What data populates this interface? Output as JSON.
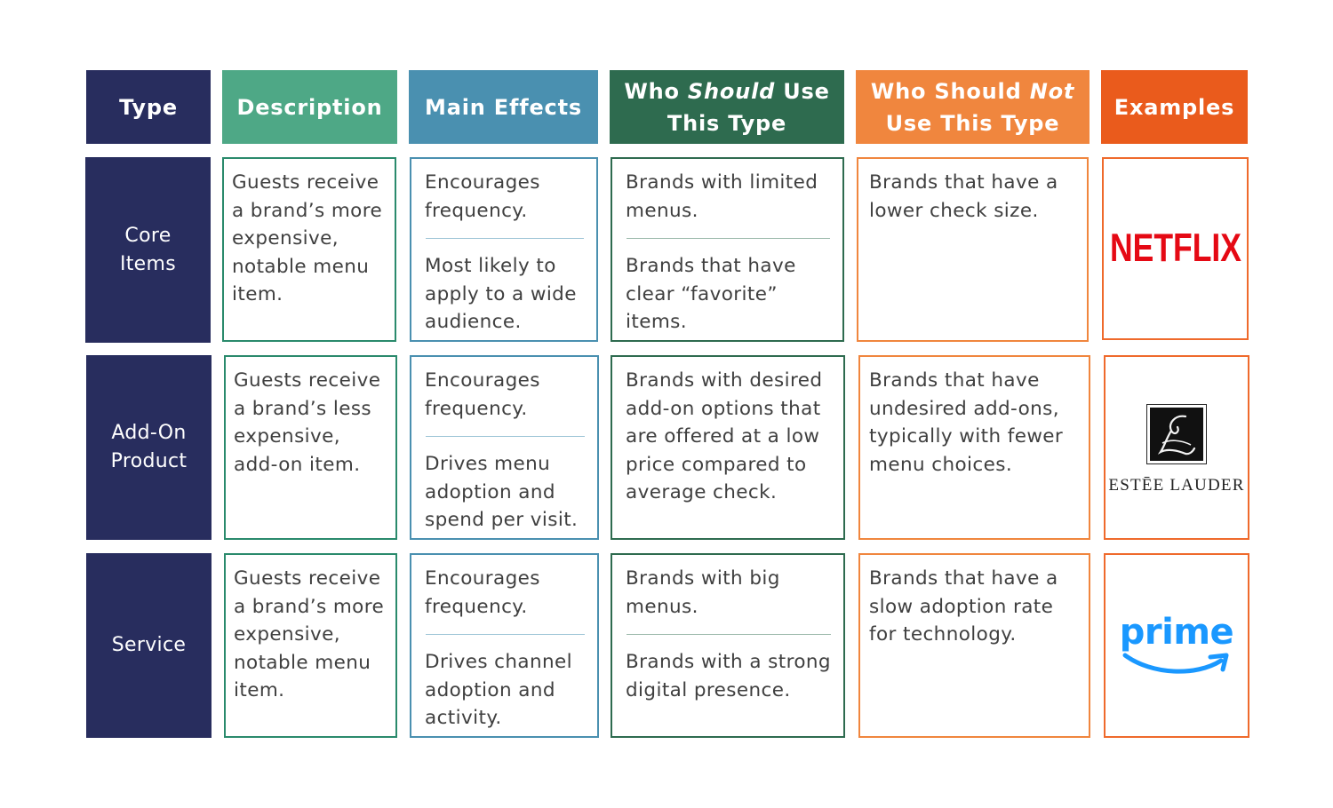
{
  "headers": {
    "type": "Type",
    "description": "Description",
    "main_effects": "Main Effects",
    "should_pre": "Who ",
    "should_em": "Should",
    "should_post": " Use",
    "should_line2": "This Type",
    "not_pre": "Who Should ",
    "not_em": "Not",
    "not_line2": "Use This Type",
    "examples": "Examples"
  },
  "colors": {
    "type": "#282d5e",
    "description": "#4ea886",
    "main_effects": "#4a90b0",
    "should_use": "#2e6b4f",
    "should_not_use": "#f0863e",
    "examples": "#ea5b1c"
  },
  "rows": [
    {
      "type_line1": "Core",
      "type_line2": "Items",
      "description": "Guests receive a brand’s more expensive, notable menu item.",
      "effect1": "Encourages frequency.",
      "effect2": "Most likely to apply to a wide audience.",
      "should1": "Brands with limited menus.",
      "should2": "Brands that have clear “favorite” items.",
      "should_not": "Brands that have a lower check size.",
      "example_logo": "NETFLIX"
    },
    {
      "type_line1": "Add-On",
      "type_line2": "Product",
      "description": "Guests receive a brand’s less expensive, add-on item.",
      "effect1": "Encourages frequency.",
      "effect2": "Drives menu adoption and spend per visit.",
      "should1": "Brands with desired add-on options that are offered at a low price compared to average check.",
      "should_not": "Brands that have undesired add-ons, typically with fewer menu choices.",
      "example_logo": "ESTĒE LAUDER"
    },
    {
      "type_line1": "Service",
      "description": "Guests receive a brand’s more expensive, notable menu item.",
      "effect1": "Encourages frequency.",
      "effect2": "Drives channel adoption and activity.",
      "should1": "Brands with big menus.",
      "should2": "Brands with a strong digital presence.",
      "should_not": "Brands that have a slow adoption rate for technology.",
      "example_logo": "prime"
    }
  ]
}
